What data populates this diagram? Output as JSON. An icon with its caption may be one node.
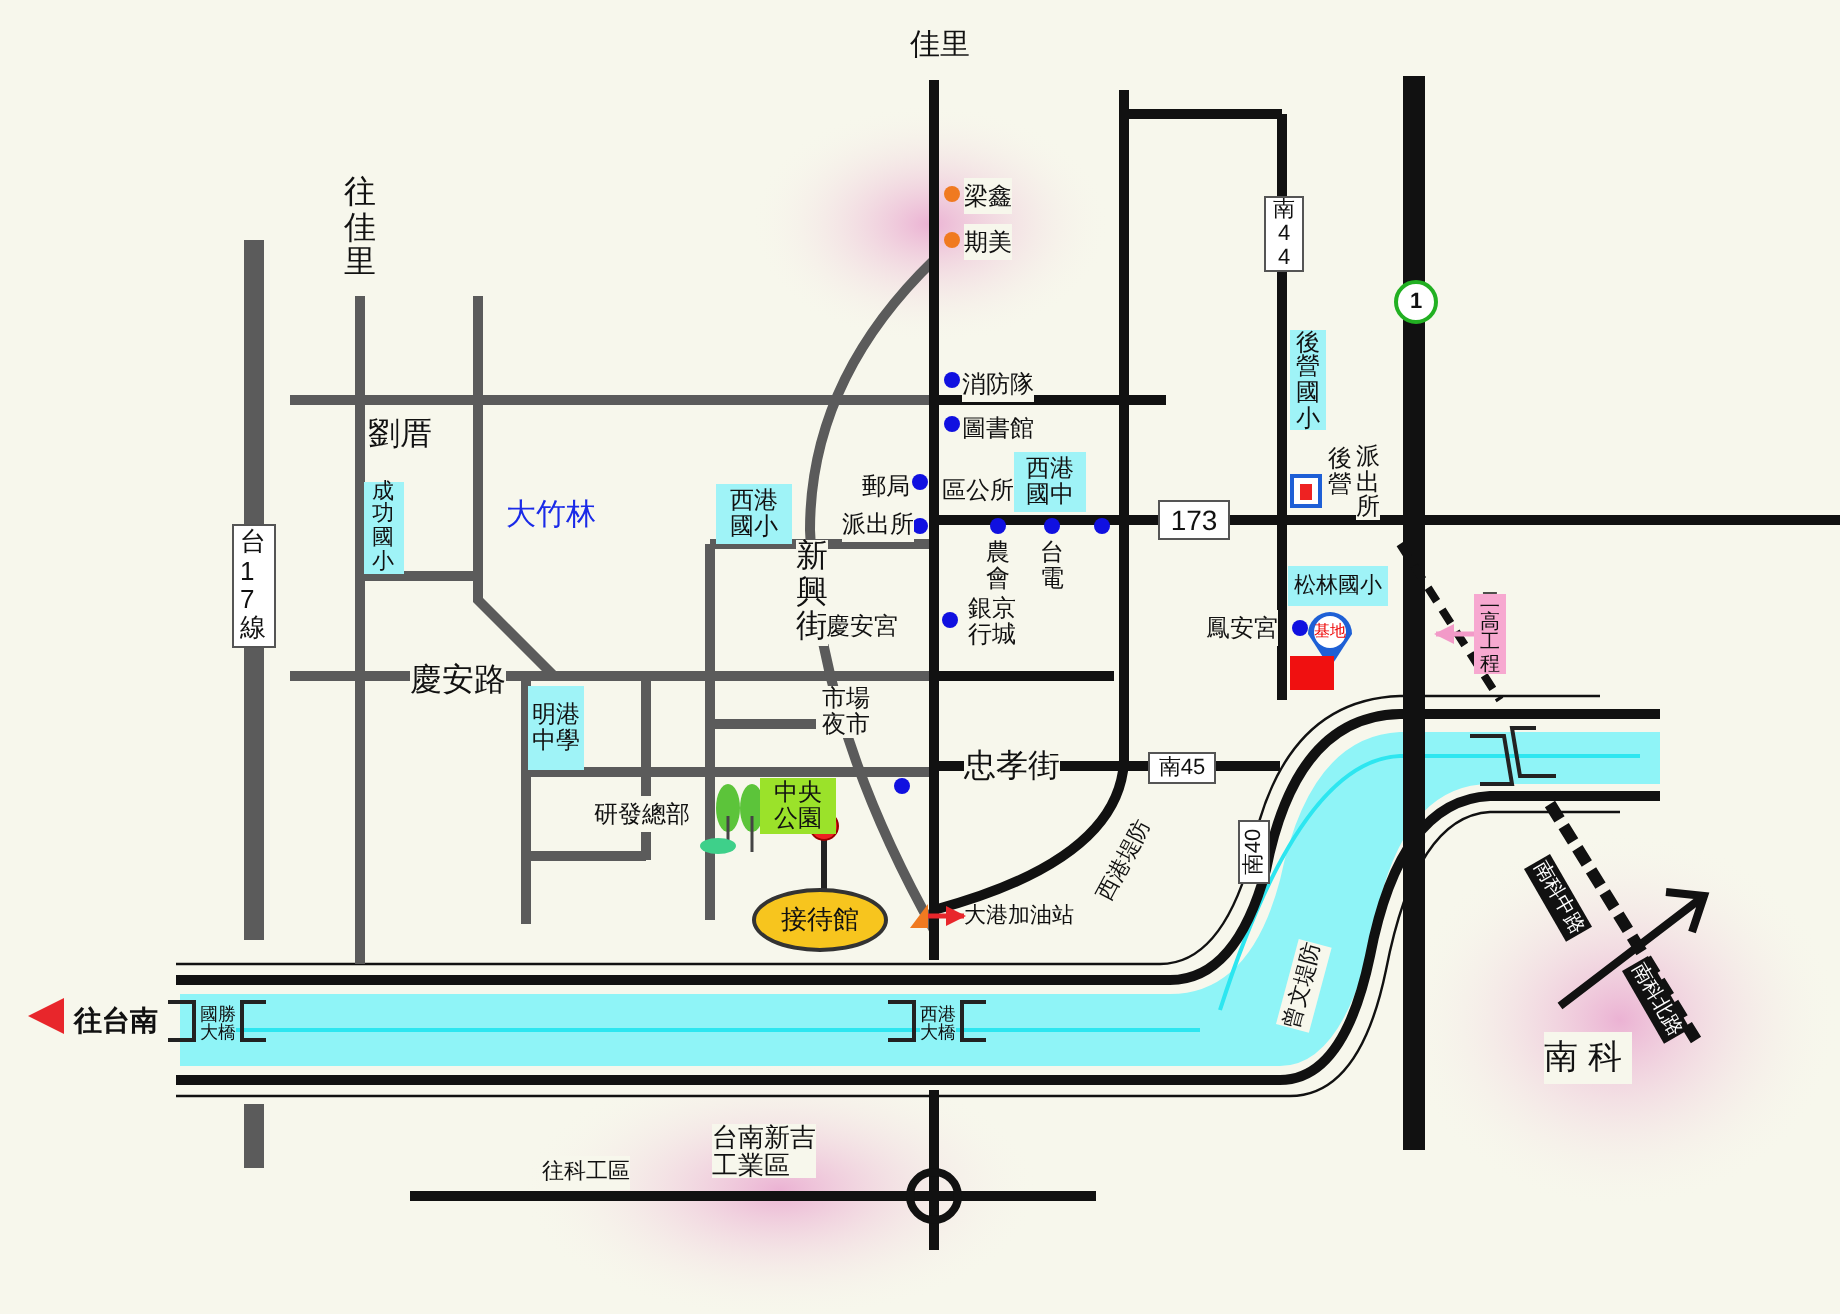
{
  "diagram": {
    "nodes": [
      {
        "text": [
          "台17線"
        ]
      },
      {
        "text": [
          "成功國小"
        ]
      },
      {
        "text": [
          "西港國小"
        ]
      },
      {
        "text": [
          "明港中學"
        ]
      },
      {
        "text": [
          "中央公園"
        ]
      },
      {
        "text": [
          "接待館"
        ]
      },
      {
        "text": [
          "西港國中"
        ]
      },
      {
        "text": [
          "173"
        ]
      },
      {
        "text": [
          "南44"
        ]
      },
      {
        "text": [
          "1"
        ]
      },
      {
        "text": [
          "後營國小"
        ]
      },
      {
        "text": [
          "松林國小"
        ]
      },
      {
        "text": [
          "南45"
        ]
      },
      {
        "text": [
          "南40"
        ]
      },
      {
        "text": [
          "二高工程"
        ]
      },
      {
        "text": [
          "大港加油站"
        ]
      },
      {
        "text": [
          "基地"
        ]
      },
      {
        "text": [],
        "shape": "triangle"
      }
    ],
    "edges": [
      {
        "from": 14,
        "to": null,
        "arrow": "to",
        "color": "#f29ac8"
      },
      {
        "from": 17,
        "to": 15,
        "arrow": "to",
        "color": "#e8262b"
      }
    ],
    "labels": [
      "佳里",
      "往佳里",
      "梁鑫",
      "期美",
      "消防隊",
      "圖書館",
      "劉厝",
      "郵局",
      "區公所",
      "大竹林",
      "派出所",
      "後營",
      "派出所",
      "農會",
      "台電",
      "新興街",
      "鳳安宮",
      "銀京行城",
      "慶安宮",
      "慶安路",
      "市場夜市",
      "忠孝街",
      "研發總部",
      "西港堤防",
      "曾文堤防",
      "南科中路",
      "南科北路",
      "南科",
      "往台南",
      "國勝大橋",
      "西港大橋",
      "台南新吉工業區",
      "往科工區"
    ]
  }
}
